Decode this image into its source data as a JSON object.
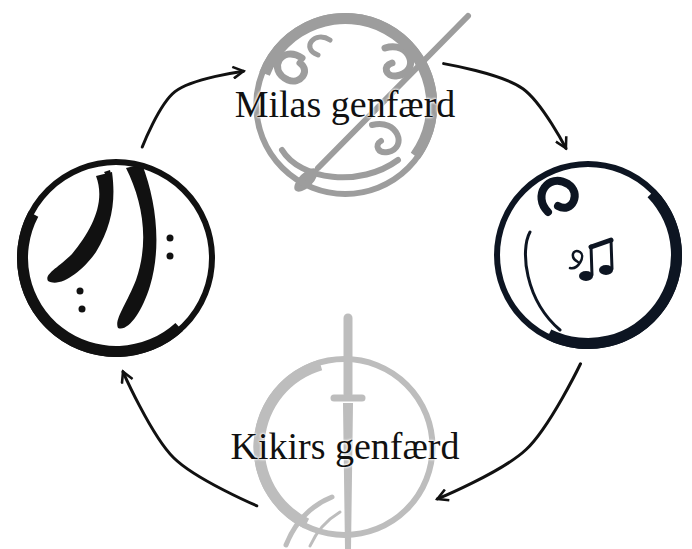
{
  "diagram": {
    "nodes": [
      {
        "text": [
          "Milas genfærd"
        ]
      },
      {
        "text": []
      },
      {
        "text": []
      },
      {
        "text": [
          "Kikirs genfærd"
        ]
      }
    ],
    "edges": [
      {
        "from": 1,
        "to": 0,
        "arrow": "to"
      },
      {
        "from": 0,
        "to": 2,
        "arrow": "to"
      },
      {
        "from": 2,
        "to": 3,
        "arrow": "to"
      },
      {
        "from": 3,
        "to": 1,
        "arrow": "to"
      }
    ]
  }
}
